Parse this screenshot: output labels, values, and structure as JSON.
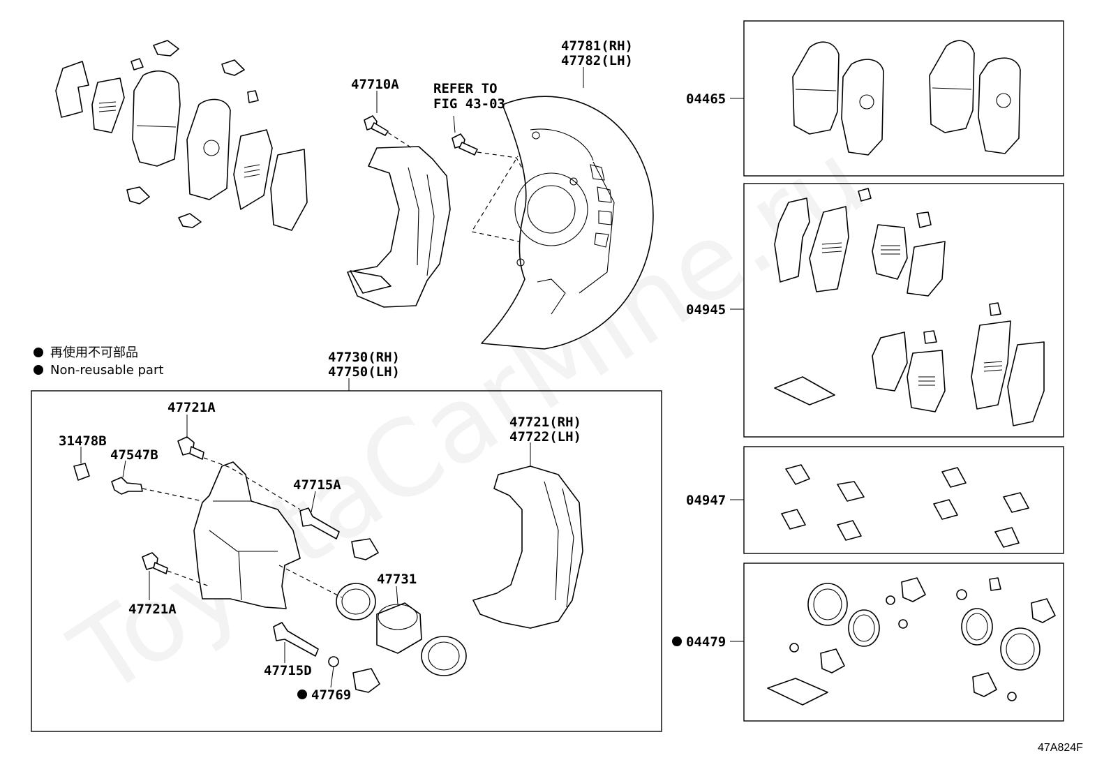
{
  "legend": {
    "jp": "再使用不可部品",
    "en": "Non-reusable part"
  },
  "labels": {
    "p47781": "47781(RH)",
    "p47782": "47782(LH)",
    "p47710A": "47710A",
    "refer1": "REFER TO",
    "refer2": "FIG 43-03",
    "p47730": "47730(RH)",
    "p47750": "47750(LH)",
    "p47721A_top": "47721A",
    "p31478B": "31478B",
    "p47547B": "47547B",
    "p47715A": "47715A",
    "p47721RH": "47721(RH)",
    "p47722LH": "47722(LH)",
    "p47731": "47731",
    "p47721A_bot": "47721A",
    "p47715D": "47715D",
    "p47769": "47769",
    "k04465": "04465",
    "k04945": "04945",
    "k04947": "04947",
    "k04479": "04479"
  },
  "watermark": "ToyotaCarMine.ru",
  "figure_code": "47A824F"
}
